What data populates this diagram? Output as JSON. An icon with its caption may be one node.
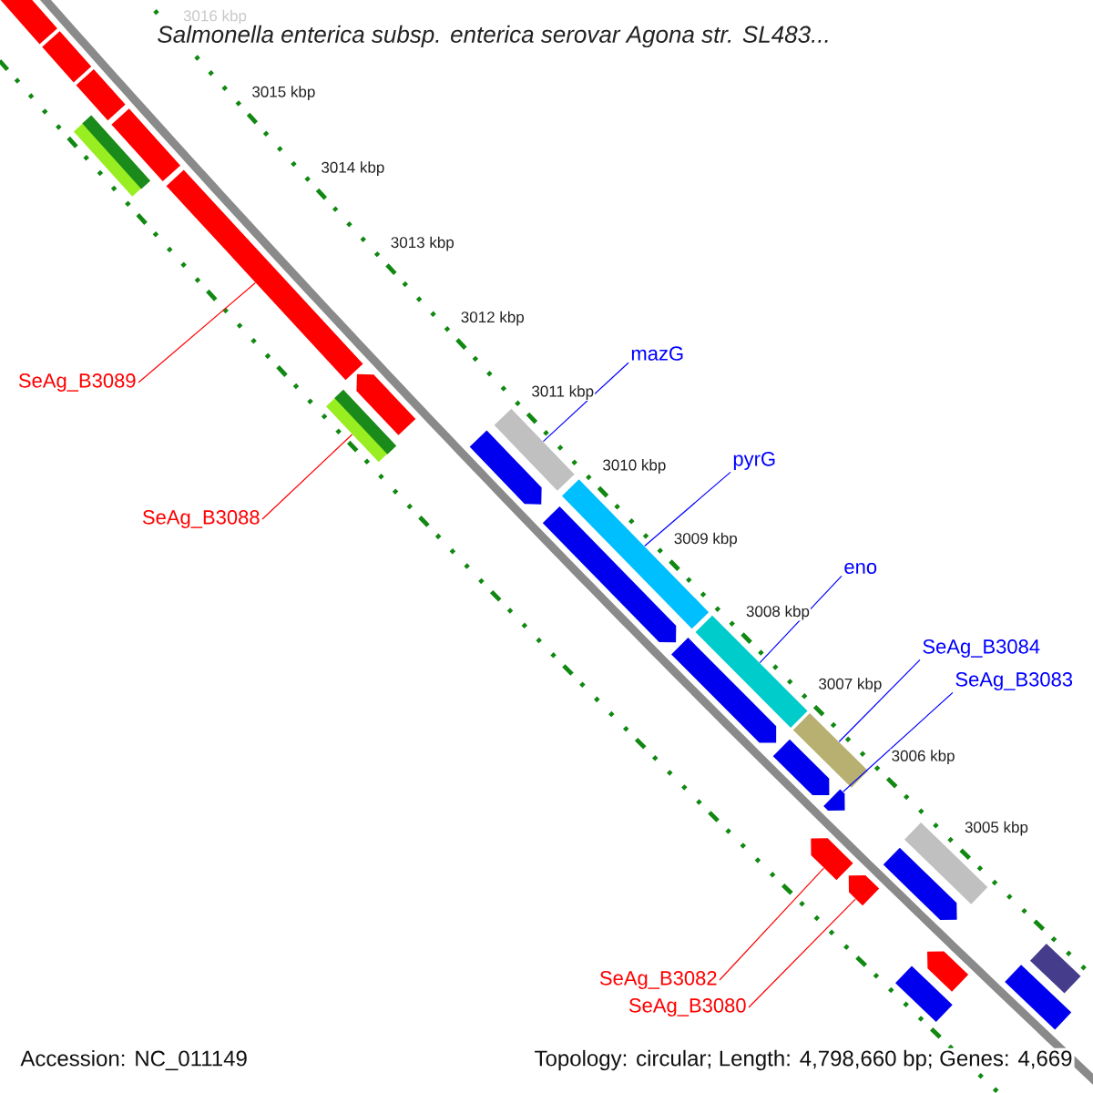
{
  "diagram": {
    "title": "Salmonella enterica subsp. enterica serovar Agona str. SL483...",
    "nodes": [
      {
        "text": [
          "mazG"
        ]
      },
      {
        "text": [
          "pyrG"
        ]
      },
      {
        "text": [
          "eno"
        ]
      },
      {
        "text": [
          "SeAg_B3084"
        ]
      },
      {
        "text": [
          "SeAg_B3083"
        ]
      },
      {
        "text": [
          "SeAg_B3089"
        ]
      },
      {
        "text": [
          "SeAg_B3088"
        ]
      },
      {
        "text": [
          "SeAg_B3082"
        ]
      },
      {
        "text": [
          "SeAg_B3080"
        ]
      },
      {
        "text": [],
        "shape": "bar"
      },
      {
        "text": [],
        "shape": "bar"
      },
      {
        "text": [],
        "shape": "bar"
      },
      {
        "text": [],
        "shape": "bar"
      },
      {
        "text": [],
        "shape": "bar"
      },
      {
        "text": [],
        "shape": "bar"
      },
      {
        "text": [],
        "shape": "bar"
      },
      {
        "text": [],
        "shape": "bar"
      },
      {
        "text": [],
        "shape": "bar"
      },
      {
        "text": [],
        "shape": "bar"
      },
      {
        "text": [],
        "shape": "bar"
      },
      {
        "text": [],
        "shape": "bar"
      },
      {
        "text": [],
        "shape": "bar"
      },
      {
        "text": [],
        "shape": "bar"
      },
      {
        "text": [],
        "shape": "bar"
      },
      {
        "text": [],
        "shape": "bar"
      },
      {
        "text": [],
        "shape": "bar"
      },
      {
        "text": [],
        "shape": "bar"
      },
      {
        "text": [],
        "shape": "bar"
      },
      {
        "text": [],
        "shape": "bar"
      },
      {
        "text": [],
        "shape": "bar"
      },
      {
        "text": [],
        "shape": "bar"
      },
      {
        "text": [],
        "shape": "bar"
      },
      {
        "text": [],
        "shape": "bar"
      },
      {
        "text": [],
        "shape": "bar"
      }
    ],
    "edges": [
      {
        "from": 0,
        "to": 18,
        "arrow": "none"
      },
      {
        "from": 1,
        "to": 20,
        "arrow": "none"
      },
      {
        "from": 2,
        "to": 22,
        "arrow": "none"
      },
      {
        "from": 3,
        "to": 24,
        "arrow": "none"
      },
      {
        "from": 4,
        "to": 25,
        "arrow": "none"
      },
      {
        "from": 5,
        "to": 14,
        "arrow": "none",
        "color": "#ff0000"
      },
      {
        "from": 6,
        "to": 16,
        "arrow": "none",
        "color": "#ff0000"
      },
      {
        "from": 7,
        "to": 26,
        "arrow": "none",
        "color": "#ff0000"
      },
      {
        "from": 8,
        "to": 27,
        "arrow": "none",
        "color": "#ff0000"
      }
    ],
    "labels": [
      "3016 kbp",
      "3015 kbp",
      "3014 kbp",
      "3013 kbp",
      "3012 kbp",
      "3011 kbp",
      "3010 kbp",
      "3009 kbp",
      "3008 kbp",
      "3007 kbp",
      "3006 kbp",
      "3005 kbp",
      "Accession: NC_011149",
      "Topology: circular; Length: 4,798,660 bp; Genes: 4,669"
    ]
  }
}
